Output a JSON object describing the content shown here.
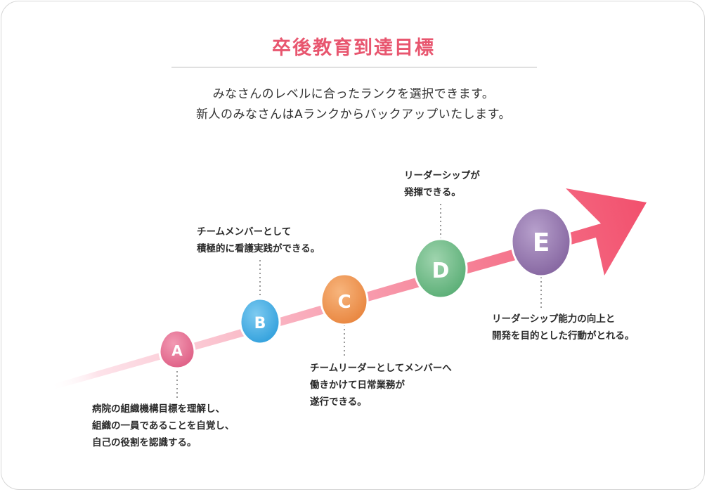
{
  "title": "卒後教育到達目標",
  "intro": {
    "line1": "みなさんのレベルに合ったランクを選択できます。",
    "line2": "新人のみなさんはAランクからバックアップいたします。"
  },
  "colors": {
    "title": "#e8566f",
    "arrow_start": "#fde3ea",
    "arrow_end": "#f2506d",
    "rank_A": "#e56b8f",
    "rank_B": "#45aee3",
    "rank_C": "#ec944f",
    "rank_D": "#6ab783",
    "rank_E": "#9273ad"
  },
  "ranks": [
    {
      "letter": "A",
      "description": "病院の組織機構目標を理解し、\n組織の一員であることを自覚し、\n自己の役割を認識する。"
    },
    {
      "letter": "B",
      "description": "チームメンバーとして\n積極的に看護実践ができる。"
    },
    {
      "letter": "C",
      "description": "チームリーダーとしてメンバーへ\n働きかけて日常業務が\n遂行できる。"
    },
    {
      "letter": "D",
      "description": "リーダーシップが\n発揮できる。"
    },
    {
      "letter": "E",
      "description": "リーダーシップ能力の向上と\n開発を目的とした行動がとれる。"
    }
  ]
}
